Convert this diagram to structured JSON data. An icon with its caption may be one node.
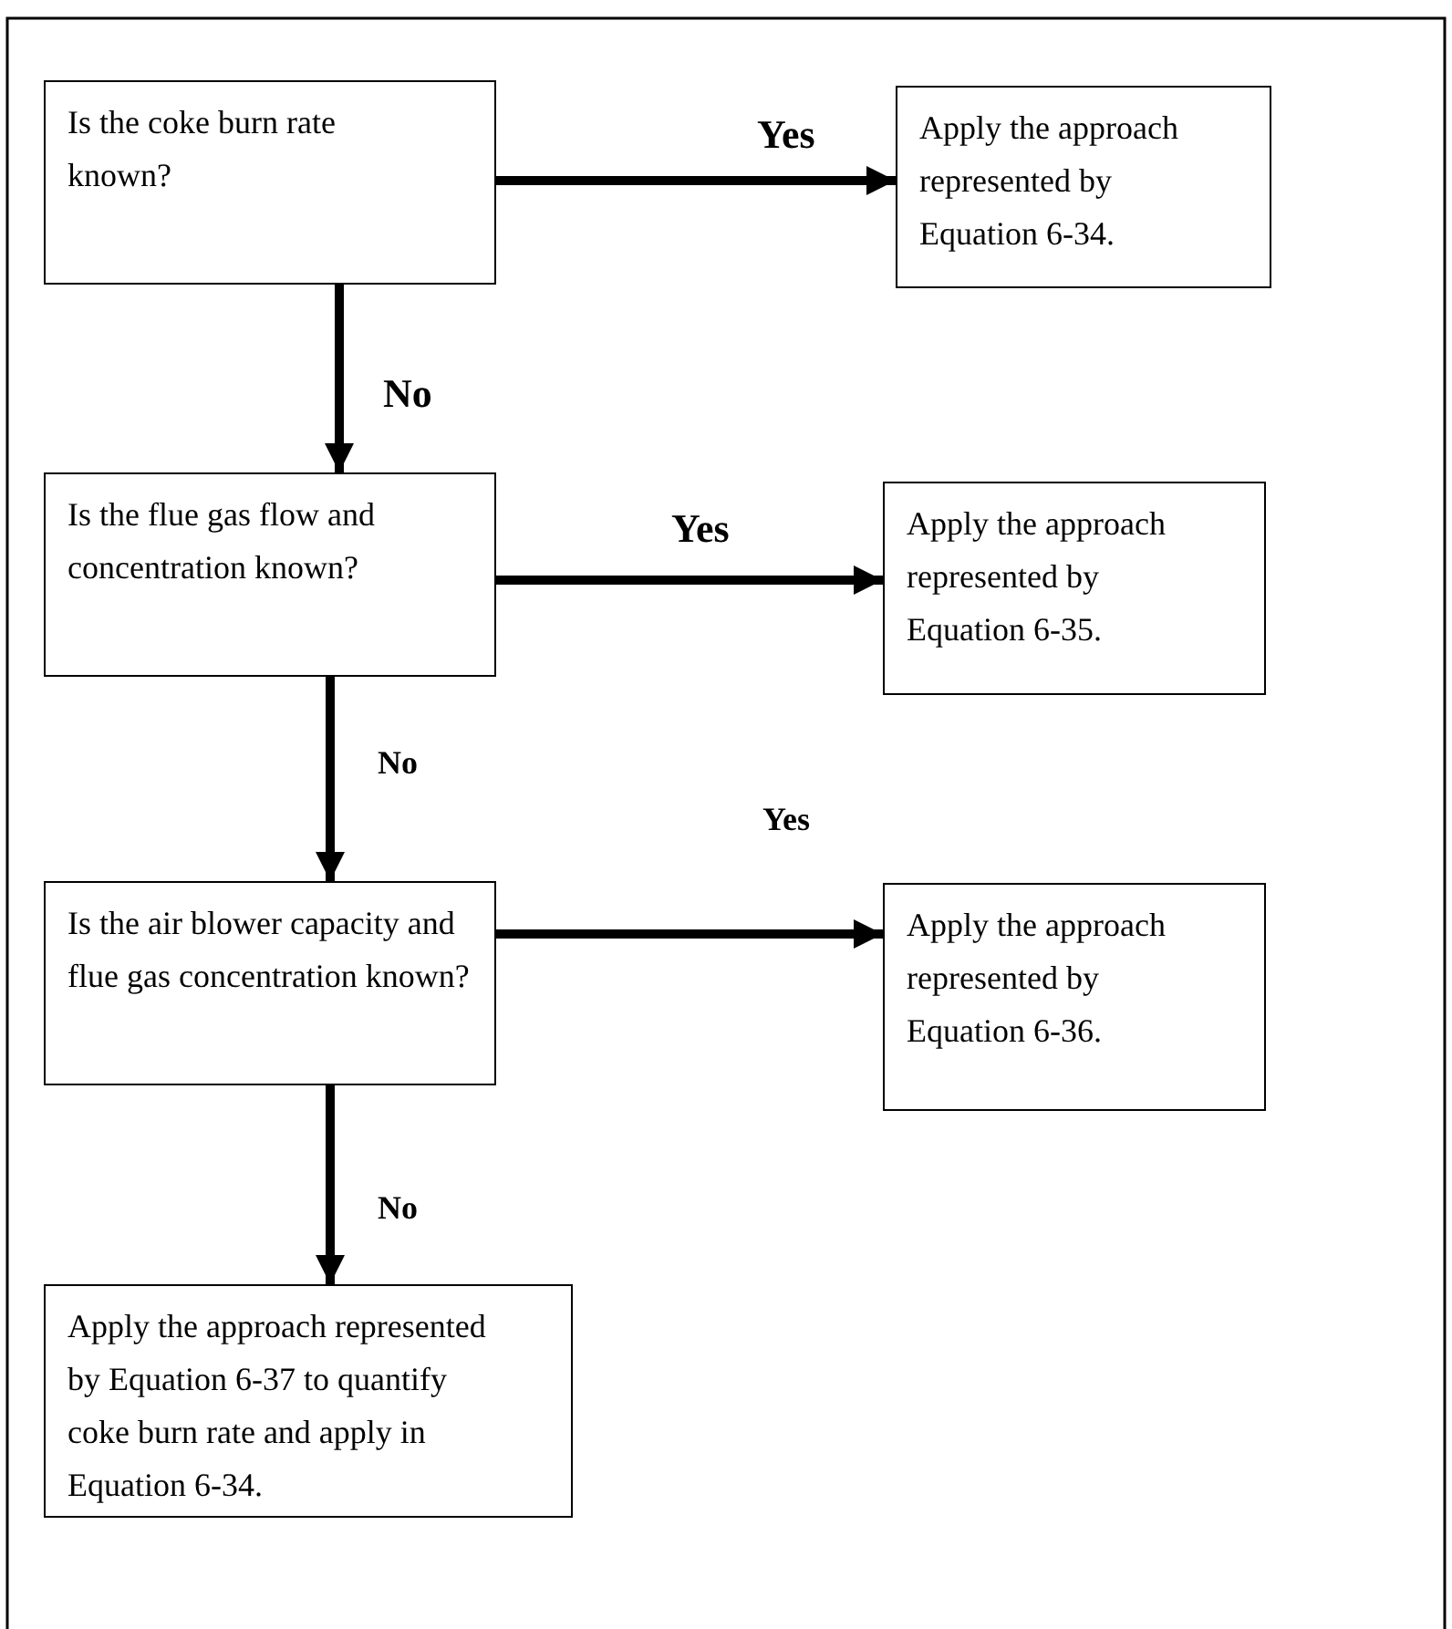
{
  "diagram": {
    "nodes": [
      {
        "text": [
          "Is the coke burn rate known?"
        ]
      },
      {
        "text": [
          "Apply the approach represented by Equation 6-34."
        ]
      },
      {
        "text": [
          "Is the flue gas flow and concentration known?"
        ]
      },
      {
        "text": [
          "Apply the approach represented by Equation 6-35."
        ]
      },
      {
        "text": [
          "Is the air blower capacity and flue gas concentration known?"
        ]
      },
      {
        "text": [
          "Apply the approach represented by Equation 6-36."
        ]
      },
      {
        "text": [
          "Apply the approach represented by Equation 6-37 to quantify coke burn rate and apply in Equation 6-34."
        ]
      }
    ],
    "edges": [
      {
        "from": 0,
        "to": 1,
        "arrow": "to",
        "label": "Yes"
      },
      {
        "from": 0,
        "to": 2,
        "arrow": "to",
        "label": "No"
      },
      {
        "from": 2,
        "to": 3,
        "arrow": "to",
        "label": "Yes"
      },
      {
        "from": 2,
        "to": 4,
        "arrow": "to",
        "label": "No"
      },
      {
        "from": 4,
        "to": 5,
        "arrow": "to",
        "label": "Yes"
      },
      {
        "from": 4,
        "to": 6,
        "arrow": "to",
        "label": "No"
      }
    ]
  }
}
